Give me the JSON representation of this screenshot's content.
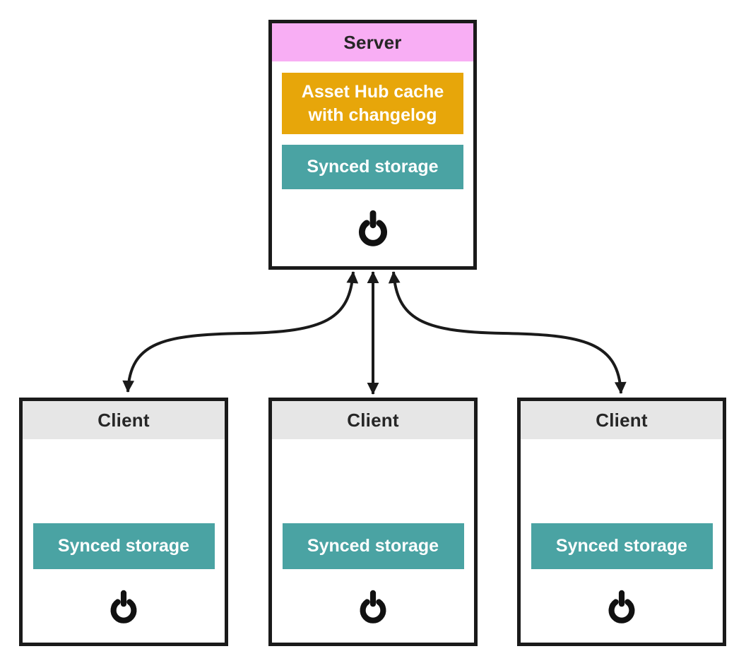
{
  "diagram": {
    "server": {
      "title": "Server",
      "cache_label": "Asset Hub cache\nwith changelog",
      "storage_label": "Synced storage"
    },
    "clients": [
      {
        "title": "Client",
        "storage_label": "Synced storage"
      },
      {
        "title": "Client",
        "storage_label": "Synced storage"
      },
      {
        "title": "Client",
        "storage_label": "Synced storage"
      }
    ],
    "icons": {
      "power": "power-icon",
      "arrow": "double-headed-arrow"
    },
    "colors": {
      "outline": "#1a1a1a",
      "server_header_bg": "#f8aef4",
      "client_header_bg": "#e6e6e6",
      "cache_box_bg": "#e7a60a",
      "storage_box_bg": "#4aa3a3",
      "title_text": "#262626",
      "box_label_text": "#ffffff",
      "arrow_stroke": "#1a1a1a",
      "icon_fill": "#111111"
    }
  }
}
